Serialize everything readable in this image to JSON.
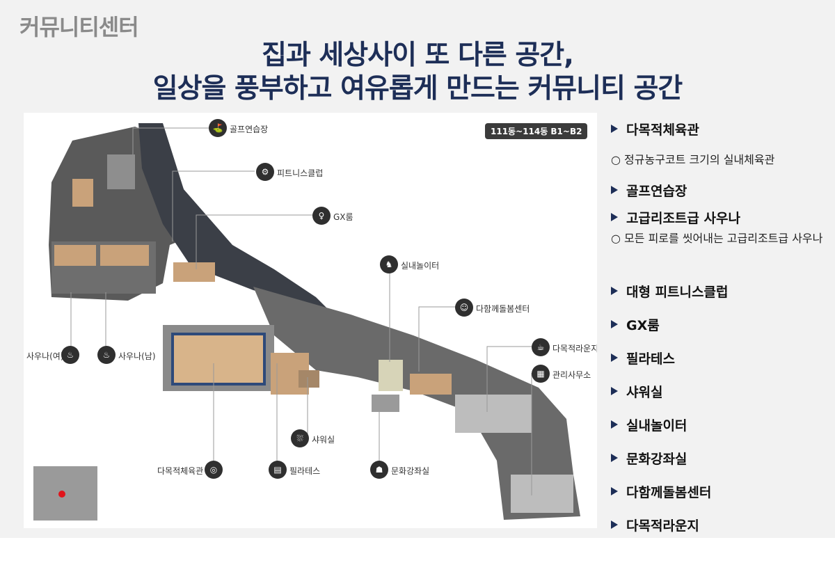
{
  "brand": "커뮤니티센터",
  "headline": {
    "line1": "집과 세상사이 또 다른  공간,",
    "line2": "일상을 풍부하고 여유롭게 만드는 커뮤니티 공간"
  },
  "map": {
    "badge": "111동~114동 B1~B2",
    "labels": {
      "golf": "골프연습장",
      "fitness": "피트니스클럽",
      "gx": "GX룸",
      "playroom": "실내놀이터",
      "daycare": "다함께돌봄센터",
      "lounge": "다목적라운지",
      "office": "관리사무소",
      "sauna_f": "사우나(여)",
      "sauna_m": "사우나(남)",
      "shower": "샤워실",
      "gym": "다목적체육관",
      "pilates": "필라테스",
      "culture": "문화강좌실"
    }
  },
  "side": {
    "items": [
      "다목적체육관",
      "골프연습장",
      "고급리조트급 사우나",
      "대형 피트니스클럽",
      "GX룸",
      "필라테스",
      "샤워실",
      "실내놀이터",
      "문화강좌실",
      "다함께돌봄센터",
      "다목적라운지"
    ],
    "desc1": "○ 정규농구코트 크기의 실내체육관",
    "desc2": "○ 모든 피로를 씻어내는 고급리조트급 사우나"
  },
  "colors": {
    "navy": "#1d2e57",
    "brand_gray": "#8a8a8a",
    "pin": "#2f2f2f",
    "floor": "#c9a27a"
  },
  "icons": [
    "golf-icon",
    "fitness-icon",
    "gx-icon",
    "playroom-icon",
    "daycare-icon",
    "lounge-icon",
    "office-icon",
    "sauna-icon",
    "shower-icon",
    "gym-icon",
    "pilates-icon",
    "culture-icon"
  ]
}
